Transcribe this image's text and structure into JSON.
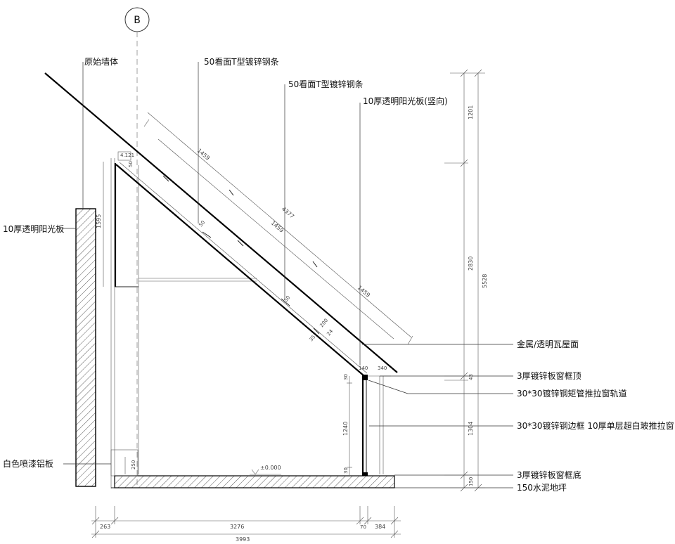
{
  "axis": {
    "marker": "B"
  },
  "labels": {
    "original_wall": "原始墙体",
    "t_purlin_1": "50看面T型镀锌钢条",
    "t_purlin_2": "50看面T型镀锌钢条",
    "pc_vertical": "10厚透明阳光板(竖向)",
    "pc_left": "10厚透明阳光板",
    "roof": "金属/透明瓦屋面",
    "frame_top": "3厚镀锌板窗框顶",
    "track": "30*30镀锌钢矩管推拉窗轨道",
    "sliding_window": "30*30镀锌钢边框 10厚单层超白玻推拉窗",
    "aluminum_panel": "白色喷漆铝板",
    "frame_bottom": "3厚镀锌板窗框底",
    "floor": "150水泥地坪"
  },
  "dimensions": {
    "bottom": [
      "263",
      "3276",
      "70",
      "384"
    ],
    "bottom_total": "3993",
    "right_inner": [
      "1201",
      "2830",
      "43",
      "1304",
      "150"
    ],
    "right_total": "5528",
    "slope_outer": "4377",
    "slope_segments": [
      "1459",
      "1459",
      "1459"
    ],
    "window_height": "1240",
    "window_30_top": "30",
    "window_30_bottom": "30",
    "window_top_a": "140",
    "window_top_b": "340",
    "left_top": "1595",
    "left_small_a": "4.121",
    "left_small_b": "50",
    "floor_level": "±0.000",
    "panel_250": "250",
    "mid_50": "50",
    "mid_50b": "50",
    "mid_200": "200",
    "mid_24": "24",
    "mid_35": "35"
  }
}
